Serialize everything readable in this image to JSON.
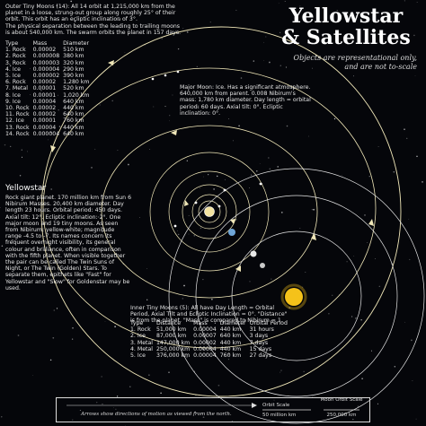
{
  "title": {
    "line1": "Yellowstar",
    "line2": "& Satellites"
  },
  "subtitle": {
    "line1": "Objects are representational only,",
    "line2": "and are not to-scale"
  },
  "outer_moons": {
    "intro": "Outer Tiny Moons (14): All 14 orbit at 1,215,000 km from the planet in a loose, strung-out group along roughly 25° of their orbit. This orbit has an ecliptic inclination of 3°.",
    "intro2": "The physical separation between the leading to trailing moons is about 540,000 km. The swarm orbits the planet in 157 days.",
    "headers": [
      "Type",
      "Mass",
      "Diameter"
    ],
    "rows": [
      [
        "1. Rock",
        "0.00002",
        "510 km"
      ],
      [
        "2. Rock",
        "0.000008",
        "380 km"
      ],
      [
        "3. Rock",
        "0.000003",
        "320 km"
      ],
      [
        "4. Ice",
        "0.000004",
        "290 km"
      ],
      [
        "5. Ice",
        "0.000002",
        "390 km"
      ],
      [
        "6. Rock",
        "0.00002",
        "1,280 km"
      ],
      [
        "7. Metal",
        "0.00001",
        "520 km"
      ],
      [
        "8. Ice",
        "0.00001",
        "1,020 km"
      ],
      [
        "9. Ice",
        "0.00004",
        "640 km"
      ],
      [
        "10. Rock",
        "0.00002",
        "440 km"
      ],
      [
        "11. Rock",
        "0.00002",
        "640 km"
      ],
      [
        "12. Ice",
        "0.00001",
        "760 km"
      ],
      [
        "13. Rock",
        "0.00004",
        "440 km"
      ],
      [
        "14. Rock",
        "0.000004",
        "640 km"
      ]
    ]
  },
  "major_moon": {
    "text": "Major Moon: Ice. Has a significant atmosphere. 640,000 km from parent. 0.008 Nibirum's mass. 1,780 km diameter. Day length = orbital period: 60 days. Axial tilt: 0°. Ecliptic inclination: 0°."
  },
  "yellowstar": {
    "heading": "Yellowstar",
    "text": "Rock giant planet. 170 million km from Sun 6 Nibirum Masses. 20,400 km diameter. Day length 23 hours. Orbital period: 450 days. Axial tilt: 12°. Ecliptic inclination: 2°. One major moon and 19 tiny moons. As seen from Nibirum: yellow-white; magnitude range -4.5 to -7. Its names concern its frequent overnight visibility, its general colour and brilliance, often in comparison with the fifth planet. When visible together the pair can be called The Twin Suns of Night, or The Twin (Golden) Stars. To separate them, epithets like \"Fast\" for Yellowstar and \"Slow\" for Goldenstar may be used."
  },
  "inner_moons": {
    "intro": "Inner Tiny Moons (5): All have Day Length = Orbital Period, Axial Tilt and Ecliptic Inclination = 0°. \"Distance\" is from the planet. \"Mass\" is compared to Nibirum = 1.",
    "headers": [
      "Type",
      "Distance",
      "Mass",
      "Diameter",
      "Orbital Period"
    ],
    "rows": [
      [
        "1. Rock",
        "51,000 km",
        "0.00004",
        "440 km",
        "31 hours"
      ],
      [
        "2. Ice",
        "87,000 km",
        "0.00007",
        "640 km",
        "3 days"
      ],
      [
        "3. Metal",
        "147,000 km",
        "0.00002",
        "440 km",
        "7 days"
      ],
      [
        "4. Metal",
        "250,000 km",
        "0.00004",
        "440 km",
        "15 days"
      ],
      [
        "5. Ice",
        "376,000 km",
        "0.00004",
        "760 km",
        "27 days"
      ]
    ]
  },
  "legend": {
    "note": "Arrows show directions of motion as viewed from the north.",
    "orbit_scale_label": "Orbit Scale",
    "orbit_scale_value": "50 million km",
    "moon_scale_label": "Moon Orbit Scale",
    "moon_scale_value": "250,000 km"
  },
  "colors": {
    "background": "#05060a",
    "orbit": "#efe6b8",
    "sun": "#f5c21a",
    "planet": "#f3e3a0",
    "text": "#e6e6e6"
  }
}
